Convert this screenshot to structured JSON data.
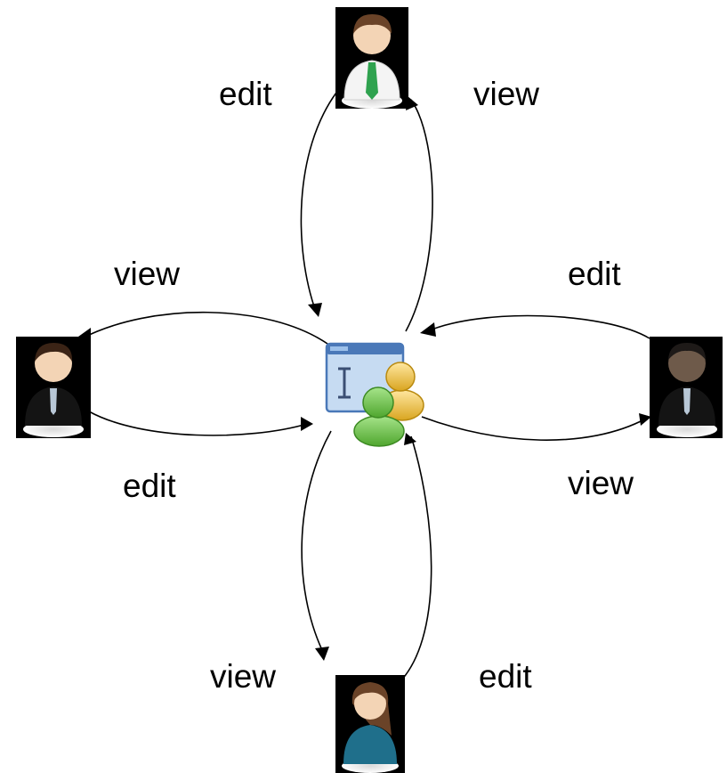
{
  "labels": {
    "top_left": "edit",
    "top_right": "view",
    "left_top": "view",
    "left_bottom": "edit",
    "right_top": "edit",
    "right_bottom": "view",
    "bottom_left": "view",
    "bottom_right": "edit"
  },
  "colors": {
    "window_fill": "#c6dbf2",
    "window_border": "#4a78b8",
    "user_green": "#6cc04a",
    "user_yellow": "#f2c44a",
    "suit_black": "#141414",
    "tie_green": "#2fa24f",
    "shirt_teal": "#1f6f8b",
    "skin": "#f3d4b5",
    "skin_dark": "#6e5a4a",
    "hair_brown": "#6a4328"
  }
}
